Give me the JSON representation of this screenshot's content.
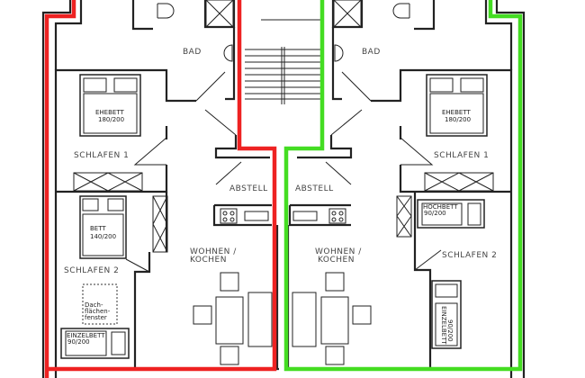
{
  "colors": {
    "unit_left": "#ee2222",
    "unit_right": "#44dd22",
    "walls": "#222222"
  },
  "left_unit": {
    "bad": "BAD",
    "schlafen1": "SCHLAFEN 1",
    "ehebett": [
      "EHEBETT",
      "180/200"
    ],
    "abstell": "ABSTELL",
    "bett": [
      "BETT",
      "140/200"
    ],
    "wohnen": [
      "WOHNEN /",
      "KOCHEN"
    ],
    "schlafen2": "SCHLAFEN 2",
    "dachfenster": [
      "Dach-",
      "flächen-",
      "fenster"
    ],
    "einzelbett": [
      "EINZELBETT",
      "90/200"
    ]
  },
  "right_unit": {
    "bad": "BAD",
    "schlafen1": "SCHLAFEN 1",
    "ehebett": [
      "EHEBETT",
      "180/200"
    ],
    "abstell": "ABSTELL",
    "hochbett": [
      "HOCHBETT",
      "90/200"
    ],
    "wohnen": [
      "WOHNEN /",
      "KOCHEN"
    ],
    "schlafen2": "SCHLAFEN 2",
    "einzelbett": [
      "EINZELBETT",
      "90/200"
    ]
  }
}
